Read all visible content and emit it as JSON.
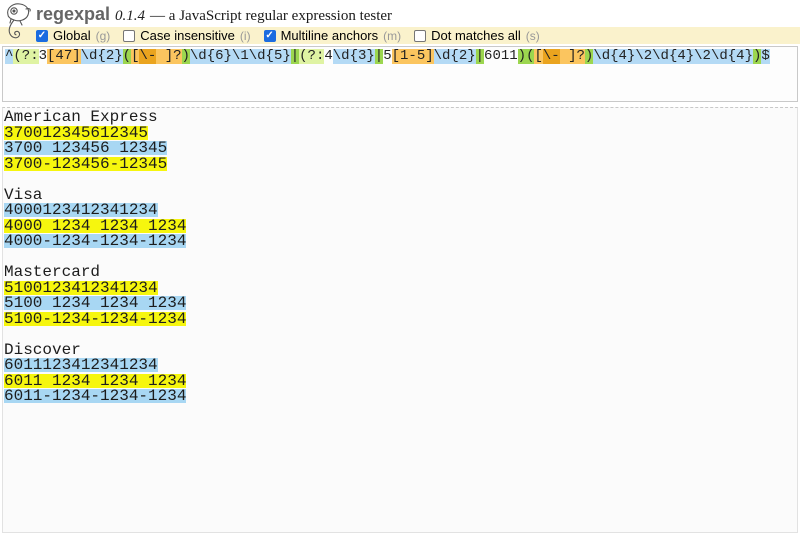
{
  "header": {
    "app_name": "regexpal",
    "version": "0.1.4",
    "subtitle": "— a JavaScript regular expression tester"
  },
  "options": {
    "items": [
      {
        "id": "global",
        "label": "Global",
        "flag": "(g)",
        "checked": true
      },
      {
        "id": "case-insensitive",
        "label": "Case insensitive",
        "flag": "(i)",
        "checked": false
      },
      {
        "id": "multiline-anchors",
        "label": "Multiline anchors",
        "flag": "(m)",
        "checked": true
      },
      {
        "id": "dot-matches-all",
        "label": "Dot matches all",
        "flag": "(s)",
        "checked": false
      }
    ]
  },
  "icons": {
    "check": "✓",
    "logo": "chameleon-logo-icon"
  },
  "regex_input": {
    "value": "^(?:3[47]\\d{2}([\\- ]?)\\d{6}\\1\\d{5}|(?:4\\d{3}|5[1-5]\\d{2}|6011)([\\- ]?)\\d{4}\\2\\d{4}\\2\\d{4})$",
    "tokens": [
      {
        "t": "^",
        "c": "meta"
      },
      {
        "t": "(?:",
        "c": "ncgroup"
      },
      {
        "t": "3",
        "c": "lit"
      },
      {
        "t": "[47]",
        "c": "cls"
      },
      {
        "t": "\\d{2}",
        "c": "meta"
      },
      {
        "t": "(",
        "c": "grp"
      },
      {
        "t": "[",
        "c": "cls"
      },
      {
        "t": "\\-",
        "c": "clsdark"
      },
      {
        "t": " ",
        "c": "cls"
      },
      {
        "t": "]",
        "c": "cls"
      },
      {
        "t": "?",
        "c": "cls"
      },
      {
        "t": ")",
        "c": "grp"
      },
      {
        "t": "\\d{6}",
        "c": "meta"
      },
      {
        "t": "\\1",
        "c": "meta"
      },
      {
        "t": "\\d{5}",
        "c": "meta"
      },
      {
        "t": "|",
        "c": "grp"
      },
      {
        "t": "(?:",
        "c": "ncgroup"
      },
      {
        "t": "4",
        "c": "lit"
      },
      {
        "t": "\\d{3}",
        "c": "meta"
      },
      {
        "t": "|",
        "c": "grp"
      },
      {
        "t": "5",
        "c": "lit"
      },
      {
        "t": "[1-5]",
        "c": "cls"
      },
      {
        "t": "\\d{2}",
        "c": "meta"
      },
      {
        "t": "|",
        "c": "grp"
      },
      {
        "t": "6011",
        "c": "lit"
      },
      {
        "t": ")",
        "c": "grp"
      },
      {
        "t": "(",
        "c": "grp"
      },
      {
        "t": "[",
        "c": "cls"
      },
      {
        "t": "\\-",
        "c": "clsdark"
      },
      {
        "t": " ",
        "c": "cls"
      },
      {
        "t": "]",
        "c": "cls"
      },
      {
        "t": "?",
        "c": "cls"
      },
      {
        "t": ")",
        "c": "grp"
      },
      {
        "t": "\\d{4}",
        "c": "meta"
      },
      {
        "t": "\\2",
        "c": "meta"
      },
      {
        "t": "\\d{4}",
        "c": "meta"
      },
      {
        "t": "\\2",
        "c": "meta"
      },
      {
        "t": "\\d{4}",
        "c": "meta"
      },
      {
        "t": ")",
        "c": "grp"
      },
      {
        "t": "$",
        "c": "meta"
      }
    ]
  },
  "test_text": {
    "lines": [
      {
        "text": "American Express",
        "hl": null
      },
      {
        "text": "370012345612345",
        "hl": "yellow"
      },
      {
        "text": "3700 123456 12345",
        "hl": "blue"
      },
      {
        "text": "3700-123456-12345",
        "hl": "yellow"
      },
      {
        "text": "",
        "hl": null
      },
      {
        "text": "Visa",
        "hl": null
      },
      {
        "text": "4000123412341234",
        "hl": "blue"
      },
      {
        "text": "4000 1234 1234 1234",
        "hl": "yellow"
      },
      {
        "text": "4000-1234-1234-1234",
        "hl": "blue"
      },
      {
        "text": "",
        "hl": null
      },
      {
        "text": "Mastercard",
        "hl": null
      },
      {
        "text": "5100123412341234",
        "hl": "yellow"
      },
      {
        "text": "5100 1234 1234 1234",
        "hl": "blue"
      },
      {
        "text": "5100-1234-1234-1234",
        "hl": "yellow"
      },
      {
        "text": "",
        "hl": null
      },
      {
        "text": "Discover",
        "hl": null
      },
      {
        "text": "6011123412341234",
        "hl": "blue"
      },
      {
        "text": "6011 1234 1234 1234",
        "hl": "yellow"
      },
      {
        "text": "6011-1234-1234-1234",
        "hl": "blue"
      }
    ]
  },
  "colors": {
    "options_bar_bg": "#faf2cc",
    "checkbox_checked_blue": "#1b6ce0",
    "match_yellow": "#f6f60e",
    "match_blue": "#a8d7f3",
    "token_meta_blue": "#b4daf5",
    "token_group_green": "#9cd64f",
    "token_noncapture_green": "#dff3a3",
    "token_class_orange": "#fbc55f",
    "token_class_amber": "#eaa41f"
  }
}
